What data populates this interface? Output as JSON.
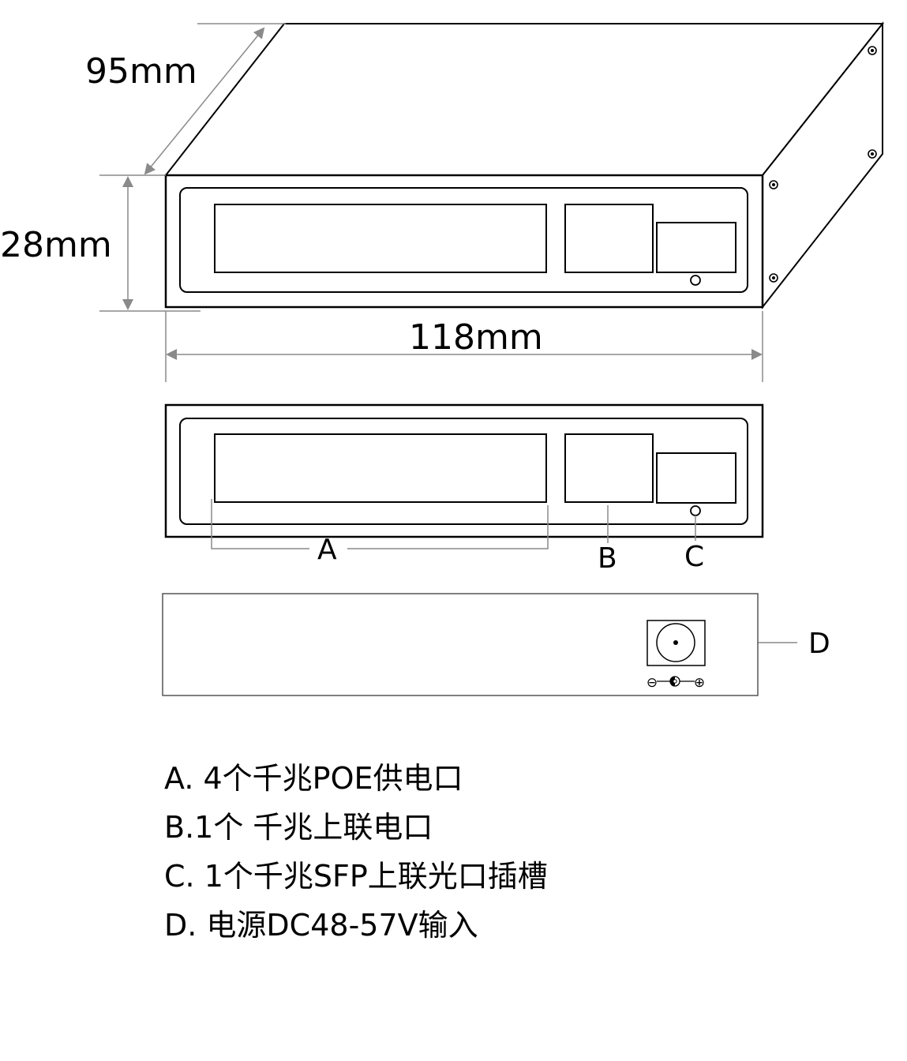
{
  "dimensions": {
    "depth": "95mm",
    "height": "28mm",
    "width": "118mm"
  },
  "callouts": {
    "a": "A",
    "b": "B",
    "c": "C",
    "d": "D"
  },
  "power_symbols": {
    "negative": "⊖",
    "positive": "⊕"
  },
  "legend": [
    "A. 4个千兆POE供电口",
    "B.1个 千兆上联电口",
    "C. 1个千兆SFP上联光口插槽",
    "D. 电源DC48-57V输入"
  ]
}
